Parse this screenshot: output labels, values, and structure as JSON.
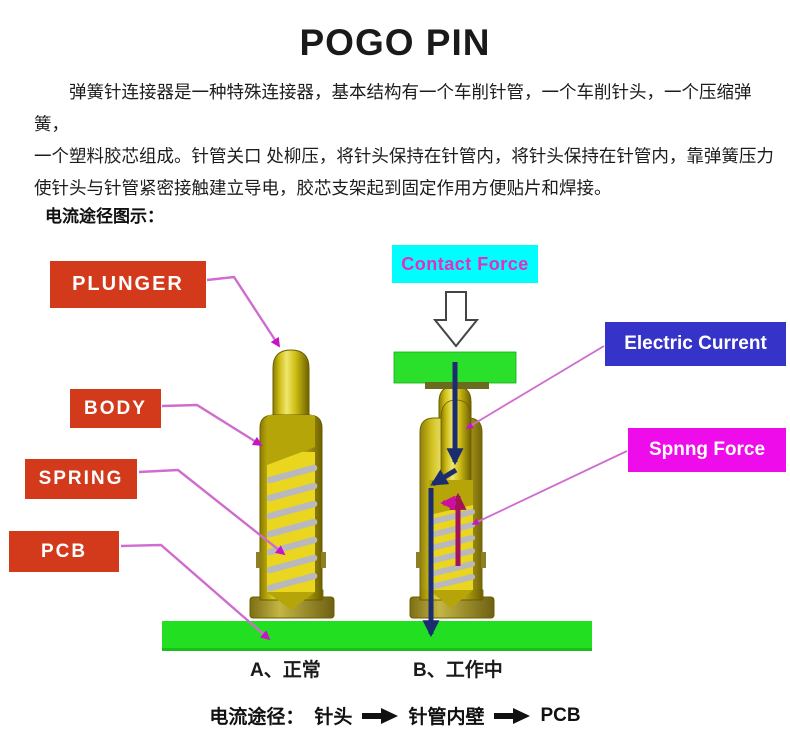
{
  "page": {
    "title": "POGO PIN",
    "intro_lines": [
      "弹簧针连接器是一种特殊连接器，基本结构有一个车削针管，一个车削针头，一个压缩弹簧，",
      "一个塑料胶芯组成。针管关口 处柳压，将针头保持在针管内，将针头保持在针管内，靠弹簧压力",
      "使针头与针管紧密接触建立导电，胶芯支架起到固定作用方便贴片和焊接。"
    ],
    "diagram_heading": "电流途径图示："
  },
  "labels": {
    "plunger": "PLUNGER",
    "body": "BODY",
    "spring": "SPRING",
    "pcb": "PCB",
    "contact_force": "Contact Force",
    "electric_current": "Electric Current",
    "spring_force": "Spnng Force"
  },
  "captions": {
    "state_a": "A、正常",
    "state_b": "B、工作中",
    "current_path_prefix": "电流途径：",
    "path_step_1": "针头",
    "path_step_2": "针管内壁",
    "path_step_3": "PCB"
  },
  "colors": {
    "label_red": "#d23a1b",
    "contact_force_bg": "#00feff",
    "contact_force_text": "#e52ec0",
    "electric_current_bg": "#3634c8",
    "spring_force_bg": "#ee0cea",
    "pcb_green": "#22df22",
    "pin_gold": "#c9b70b",
    "current_arrow_navy": "#1b2c71",
    "spring_force_arrow": "#a21457",
    "connector_pink": "#d06cd0"
  }
}
